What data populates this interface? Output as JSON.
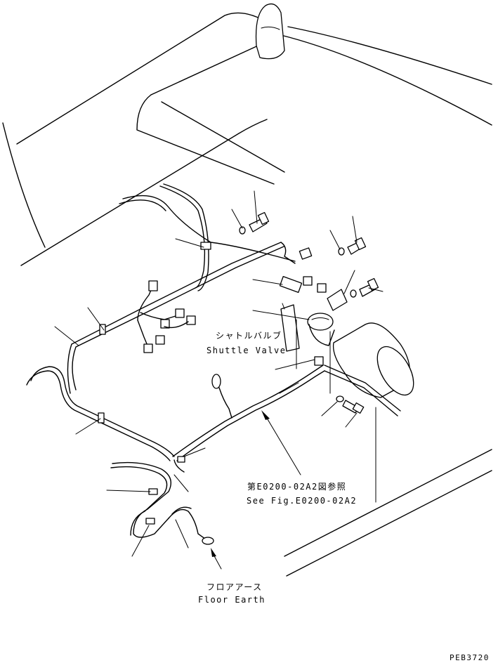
{
  "labels": {
    "shuttle_valve_jp": "シャトルバルブ",
    "shuttle_valve_en": "Shuttle Valve",
    "see_fig_jp": "第E0200-02A2図参照",
    "see_fig_en": "See Fig.E0200-02A2",
    "floor_earth_jp": "フロアアース",
    "floor_earth_en": "Floor Earth",
    "drawing_no": "PEB3720"
  }
}
